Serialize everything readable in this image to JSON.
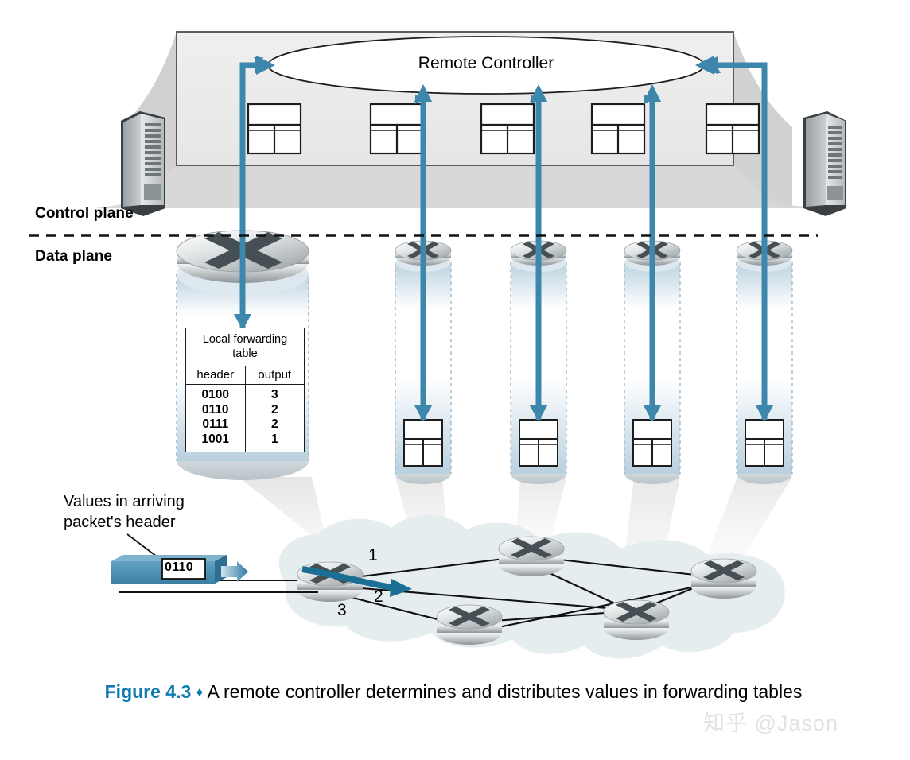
{
  "figure": {
    "number": "Figure 4.3",
    "diamond": "♦",
    "caption": "A remote controller determines and distributes values in forwarding tables"
  },
  "planes": {
    "control_label": "Control plane",
    "data_label": "Data plane"
  },
  "controller": {
    "label": "Remote Controller"
  },
  "packet": {
    "annotation": "Values in arriving packet's header",
    "header_value": "0110"
  },
  "forwarding_table": {
    "title": "Local forwarding table",
    "columns": [
      "header",
      "output"
    ],
    "headers": [
      "0100",
      "0110",
      "0111",
      "1001"
    ],
    "outputs": [
      "3",
      "2",
      "2",
      "1"
    ]
  },
  "ports": {
    "one": "1",
    "two": "2",
    "three": "3"
  },
  "colors": {
    "arrow_blue": "#3e87ac",
    "caption_blue": "#0f7ab0",
    "packet_blue": "#4a8fb5",
    "control_box": "#ededed",
    "cloud": "#e6edee"
  },
  "watermark": "知乎 @Jason",
  "counts": {
    "control_tables": 5,
    "magnified_routers": 5,
    "cloud_routers": 5
  }
}
